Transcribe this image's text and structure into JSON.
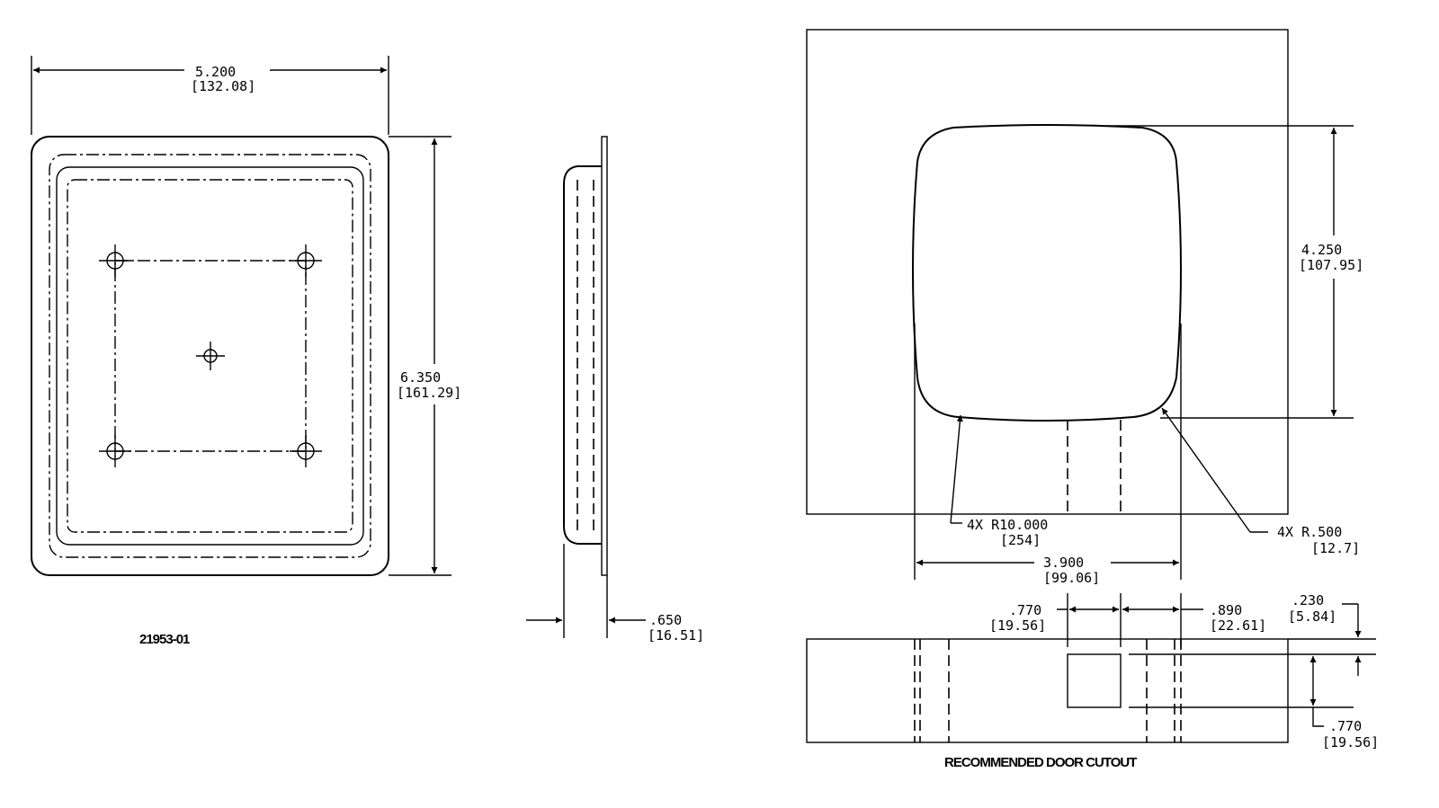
{
  "front_view": {
    "width_in": "5.200",
    "width_mm": "[132.08]",
    "height_in": "6.350",
    "height_mm": "[161.29]",
    "part_number": "21953-01"
  },
  "side_view": {
    "depth_in": ".650",
    "depth_mm": "[16.51]"
  },
  "cutout_view": {
    "height_in": "4.250",
    "height_mm": "[107.95]",
    "large_radius_in": "4X R10.000",
    "large_radius_mm": "[254]",
    "small_radius_in": "4X R.500",
    "small_radius_mm": "[12.7]",
    "width_in": "3.900",
    "width_mm": "[99.06]",
    "slot_offset_in": ".770",
    "slot_offset_mm": "[19.56]",
    "slot_right_in": ".890",
    "slot_right_mm": "[22.61]",
    "top_offset_in": ".230",
    "top_offset_mm": "[5.84]",
    "slot_height_in": ".770",
    "slot_height_mm": "[19.56]",
    "caption": "RECOMMENDED DOOR CUTOUT"
  }
}
